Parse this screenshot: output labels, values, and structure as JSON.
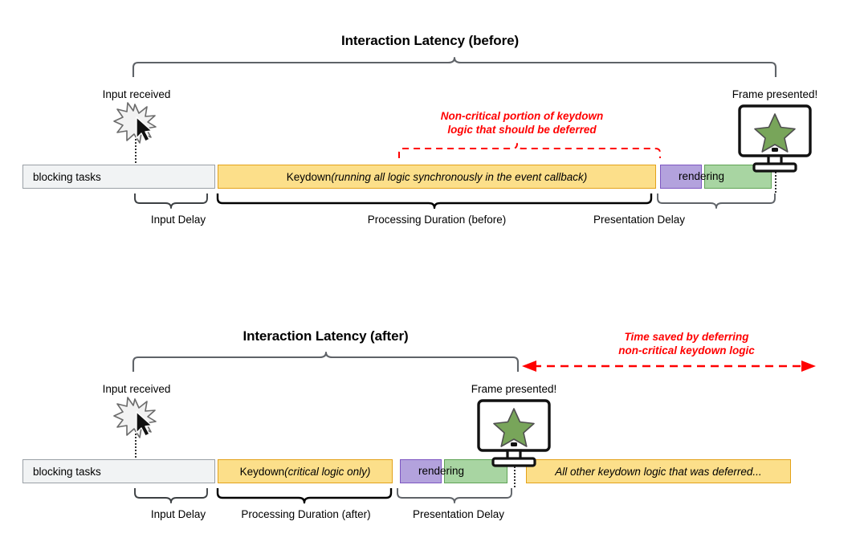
{
  "page": {
    "background": "#ffffff",
    "accent_red": "#ff0000",
    "yellow": "#fcdf8a",
    "yellow_border": "#e3a21a",
    "purple": "#b3a2dd",
    "purple_border": "#7e57c2",
    "green": "#a8d5a2",
    "green_border": "#5fa355",
    "grey": "#f1f3f4",
    "grey_border": "#9aa0a6",
    "star_green": "#78a55a"
  },
  "before": {
    "title": "Interaction Latency (before)",
    "input_label": "Input received",
    "frame_label": "Frame presented!",
    "red_note_line1": "Non-critical portion of keydown",
    "red_note_line2": "logic that should be deferred",
    "bars": [
      {
        "name": "blocking-tasks",
        "label": "blocking tasks",
        "label_italic": ""
      },
      {
        "name": "keydown",
        "label": "Keydown ",
        "label_italic": "(running all logic synchronously in the event callback)"
      },
      {
        "name": "pre-render",
        "label": "",
        "label_italic": ""
      },
      {
        "name": "rendering",
        "label": "rendering",
        "label_italic": ""
      }
    ],
    "sections": [
      {
        "name": "input-delay",
        "label": "Input Delay"
      },
      {
        "name": "processing-duration",
        "label": "Processing Duration (before)"
      },
      {
        "name": "presentation-delay",
        "label": "Presentation Delay"
      }
    ]
  },
  "after": {
    "title": "Interaction Latency (after)",
    "input_label": "Input received",
    "frame_label": "Frame presented!",
    "red_note_line1": "Time saved by deferring",
    "red_note_line2": "non-critical keydown logic",
    "bars": [
      {
        "name": "blocking-tasks",
        "label": "blocking tasks",
        "label_italic": ""
      },
      {
        "name": "keydown",
        "label": "Keydown ",
        "label_italic": "(critical logic only)"
      },
      {
        "name": "pre-render",
        "label": "",
        "label_italic": ""
      },
      {
        "name": "rendering",
        "label": "rendering",
        "label_italic": ""
      },
      {
        "name": "deferred-work",
        "label": "",
        "label_italic": "All other keydown logic that was deferred..."
      }
    ],
    "sections": [
      {
        "name": "input-delay",
        "label": "Input Delay"
      },
      {
        "name": "processing-duration",
        "label": "Processing Duration (after)"
      },
      {
        "name": "presentation-delay",
        "label": "Presentation Delay"
      }
    ]
  },
  "icons": {
    "click_burst": "click-burst-icon",
    "cursor": "mouse-cursor-icon",
    "monitor": "monitor-icon",
    "star": "star-icon"
  }
}
